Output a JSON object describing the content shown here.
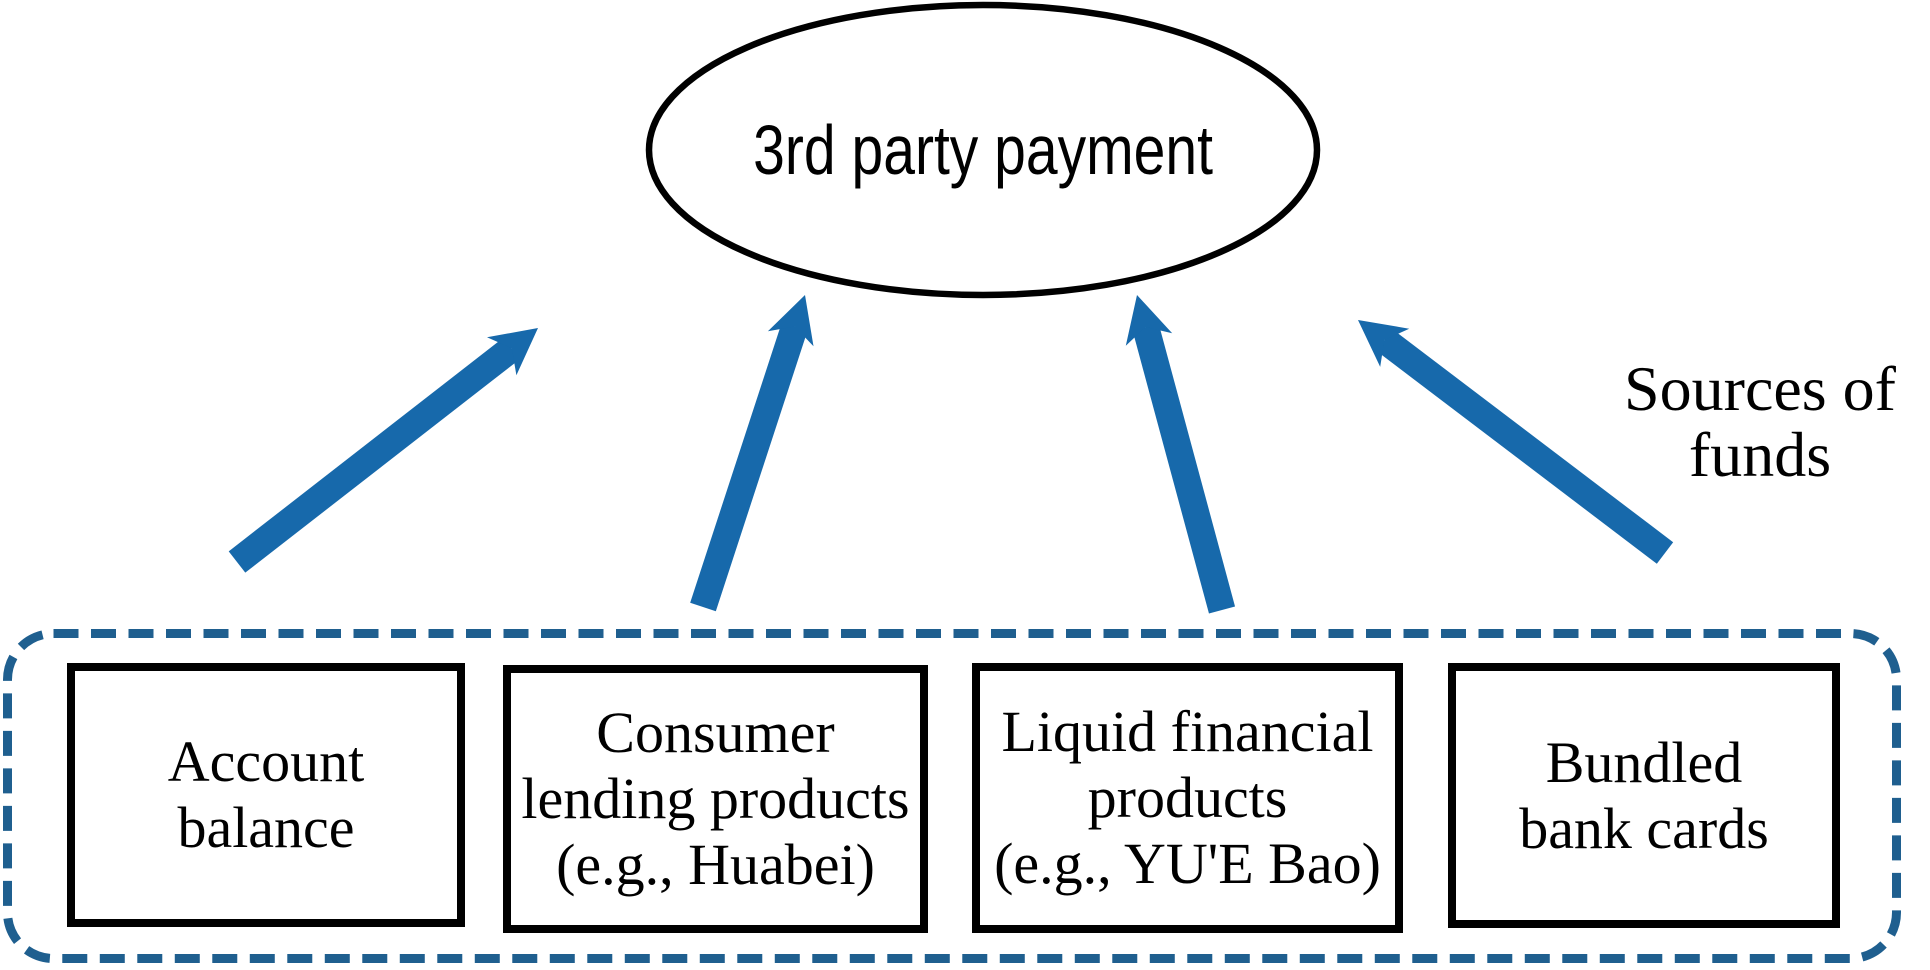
{
  "diagram": {
    "title": "3rd party payment",
    "sources_label": "Sources of\nfunds",
    "boxes": [
      {
        "label": "Account\nbalance"
      },
      {
        "label": "Consumer\nlending products\n(e.g., Huabei)"
      },
      {
        "label": "Liquid financial\nproducts\n(e.g., YU'E Bao)"
      },
      {
        "label": "Bundled\nbank cards"
      }
    ],
    "colors": {
      "arrow": "#1769ab",
      "dash_border": "#1f5f8f",
      "shape_outline": "#000000",
      "text": "#000000",
      "background": "#ffffff"
    }
  }
}
